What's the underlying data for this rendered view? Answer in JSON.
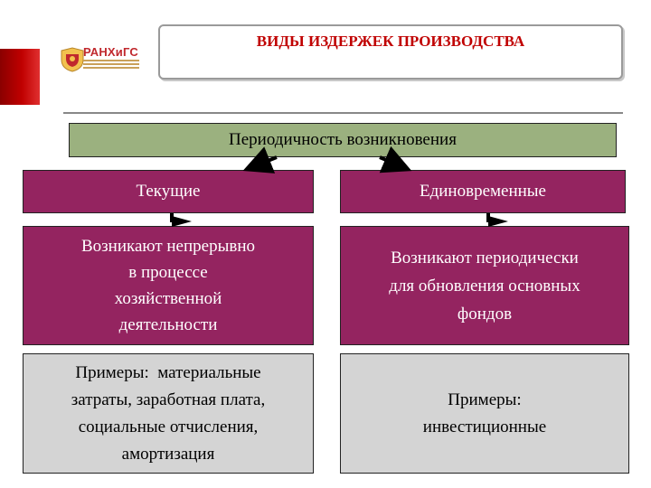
{
  "header": {
    "title": "ВИДЫ ИЗДЕРЖЕК ПРОИЗВОДСТВА",
    "logo_text": "РАНХиГС"
  },
  "diagram": {
    "root": "Периодичность возникновения",
    "left": {
      "category": "Текущие",
      "description_lines": [
        "Возникают непрерывно",
        "в процессе",
        "хозяйственной",
        "деятельности"
      ],
      "example_lines": [
        "Примеры:  материальные",
        "затраты, заработная плата,",
        "социальные отчисления,",
        "амортизация"
      ]
    },
    "right": {
      "category": "Единовременные",
      "description_lines": [
        "Возникают периодически",
        "для обновления основных",
        "фондов"
      ],
      "example_lines": [
        "Примеры:",
        "инвестиционные"
      ]
    }
  },
  "colors": {
    "root_fill": "#9bb17f",
    "category_fill": "#942460",
    "example_fill": "#d4d4d4",
    "title_color": "#c00000"
  }
}
